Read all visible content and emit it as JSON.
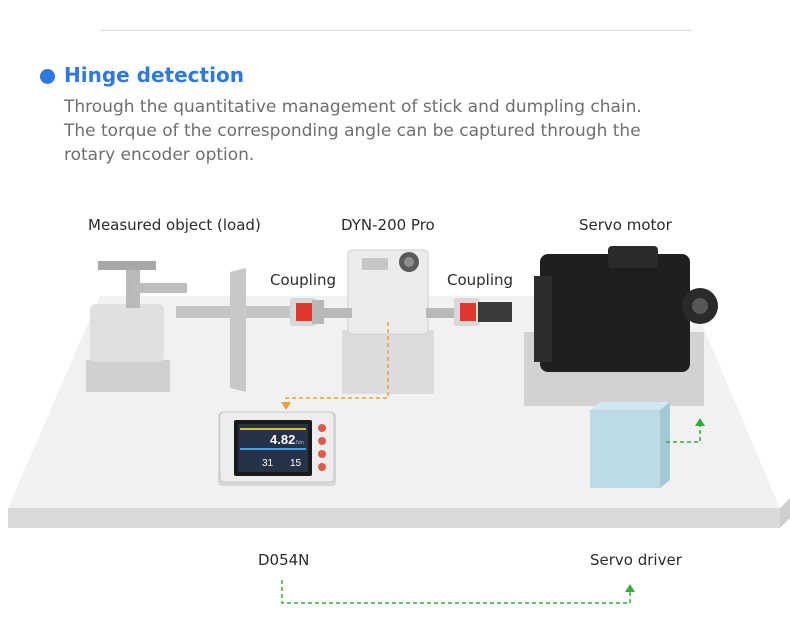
{
  "section": {
    "title": "Hinge detection",
    "description_lines": [
      "Through the quantitative management of stick and dumpling chain.",
      "The torque of the corresponding angle can be captured through the",
      "rotary encoder option."
    ]
  },
  "labels": {
    "measured_object": "Measured object (load)",
    "dyn": "DYN-200 Pro",
    "servo_motor": "Servo motor",
    "coupling_left": "Coupling",
    "coupling_right": "Coupling",
    "d054n": "D054N",
    "servo_driver": "Servo driver"
  },
  "display": {
    "reading": "4.82",
    "reading_unit": "Nm",
    "value_a": "31",
    "value_b": "15"
  },
  "colors": {
    "accent": "#2f78e0",
    "coupling_red": "#e0362c",
    "signal_orange": "#f0a030",
    "signal_green": "#2fae3f",
    "driver_blue": "#bcdbe6"
  }
}
